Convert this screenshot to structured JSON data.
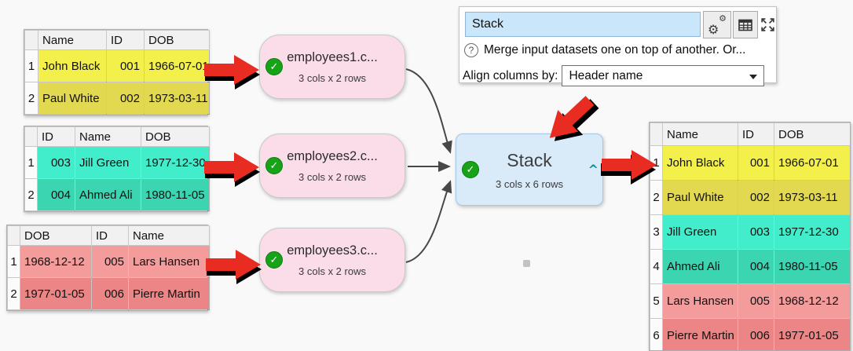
{
  "panel": {
    "name_value": "Stack",
    "description": "Merge input datasets one on top of another. Or...",
    "align_label": "Align columns by:",
    "align_value": "Header name"
  },
  "nodes": {
    "inputs": [
      {
        "title": "employees1.c...",
        "subtitle": "3 cols x 2 rows"
      },
      {
        "title": "employees2.c...",
        "subtitle": "3 cols x 2 rows"
      },
      {
        "title": "employees3.c...",
        "subtitle": "3 cols x 2 rows"
      }
    ],
    "stack": {
      "title": "Stack",
      "subtitle": "3 cols x 6 rows"
    }
  },
  "tables": {
    "input1": {
      "headers": [
        "Name",
        "ID",
        "DOB"
      ],
      "rows": [
        [
          "1",
          "John Black",
          "001",
          "1966-07-01"
        ],
        [
          "2",
          "Paul White",
          "002",
          "1973-03-11"
        ]
      ]
    },
    "input2": {
      "headers": [
        "ID",
        "Name",
        "DOB"
      ],
      "rows": [
        [
          "1",
          "003",
          "Jill Green",
          "1977-12-30"
        ],
        [
          "2",
          "004",
          "Ahmed Ali",
          "1980-11-05"
        ]
      ]
    },
    "input3": {
      "headers": [
        "DOB",
        "ID",
        "Name"
      ],
      "rows": [
        [
          "1",
          "1968-12-12",
          "005",
          "Lars Hansen"
        ],
        [
          "2",
          "1977-01-05",
          "006",
          "Pierre Martin"
        ]
      ]
    },
    "output": {
      "headers": [
        "Name",
        "ID",
        "DOB"
      ],
      "rows": [
        [
          "1",
          "John Black",
          "001",
          "1966-07-01"
        ],
        [
          "2",
          "Paul White",
          "002",
          "1973-03-11"
        ],
        [
          "3",
          "Jill Green",
          "003",
          "1977-12-30"
        ],
        [
          "4",
          "Ahmed Ali",
          "004",
          "1980-11-05"
        ],
        [
          "5",
          "Lars Hansen",
          "005",
          "1968-12-12"
        ],
        [
          "6",
          "Pierre Martin",
          "006",
          "1977-01-05"
        ]
      ]
    }
  },
  "icons": {
    "check": "✓",
    "caret": "^",
    "help": "?",
    "gear": "⚙"
  },
  "colors": {
    "yellow_odd": "#f4f04b",
    "yellow_even": "#e2d951",
    "teal_odd": "#41edca",
    "teal_even": "#3bd5b2",
    "red_odd": "#f49b9b",
    "red_even": "#ec8686",
    "node_pink": "#fadde9",
    "stack_blue": "#d9eaf9",
    "stack_border": "#a6c6e2",
    "arrow_red": "#e92c21",
    "check_green": "#17a317",
    "caret_teal": "#0d8f9c",
    "input_blue": "#c9e6fa"
  }
}
